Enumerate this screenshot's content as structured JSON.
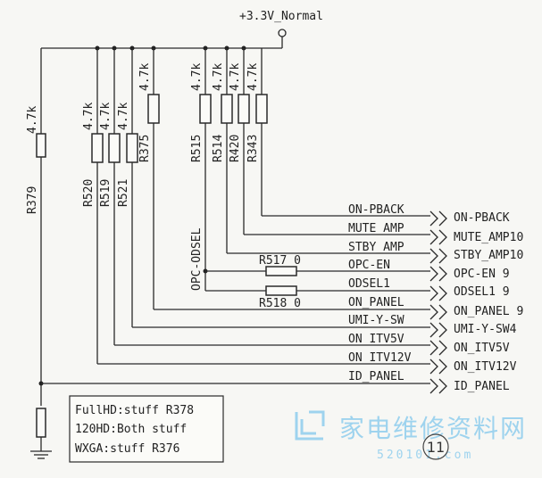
{
  "supply": {
    "label": "+3.3V_Normal"
  },
  "resistors": {
    "r379": {
      "ref": "R379",
      "value": "4.7k"
    },
    "r520": {
      "ref": "R520",
      "value": "4.7k"
    },
    "r519": {
      "ref": "R519",
      "value": "4.7k"
    },
    "r521": {
      "ref": "R521",
      "value": "4.7k"
    },
    "r375": {
      "ref": "R375",
      "value": "4.7k"
    },
    "r515": {
      "ref": "R515",
      "value": "4.7k"
    },
    "r514": {
      "ref": "R514",
      "value": "4.7k"
    },
    "r420": {
      "ref": "R420",
      "value": "4.7k"
    },
    "r343": {
      "ref": "R343",
      "value": "4.7k"
    },
    "r517": {
      "label": "R517 0"
    },
    "r518": {
      "label": "R518 0"
    }
  },
  "net_labels": {
    "opc_odsel": "OPC-ODSEL"
  },
  "nets": [
    {
      "name": "ON-PBACK"
    },
    {
      "name": "MUTE_AMP"
    },
    {
      "name": "STBY_AMP"
    },
    {
      "name": "OPC-EN"
    },
    {
      "name": "ODSEL1"
    },
    {
      "name": "ON_PANEL"
    },
    {
      "name": "UMI-Y-SW"
    },
    {
      "name": "ON ITV5V"
    },
    {
      "name": "ON ITV12V"
    },
    {
      "name": "ID_PANEL"
    }
  ],
  "ports": [
    {
      "name": "ON-PBACK"
    },
    {
      "name": "MUTE_AMP10"
    },
    {
      "name": "STBY_AMP10"
    },
    {
      "name": "OPC-EN 9"
    },
    {
      "name": "ODSEL1 9"
    },
    {
      "name": "ON_PANEL 9"
    },
    {
      "name": "UMI-Y-SW4"
    },
    {
      "name": "ON_ITV5V"
    },
    {
      "name": "ON_ITV12V"
    },
    {
      "name": "ID_PANEL"
    }
  ],
  "note": [
    "FullHD:stuff R378",
    "120HD:Both stuff",
    "WXGA:stuff R376"
  ],
  "watermark": {
    "text": "家电维修资料网",
    "url": "520101.com"
  },
  "page_badge": "11"
}
